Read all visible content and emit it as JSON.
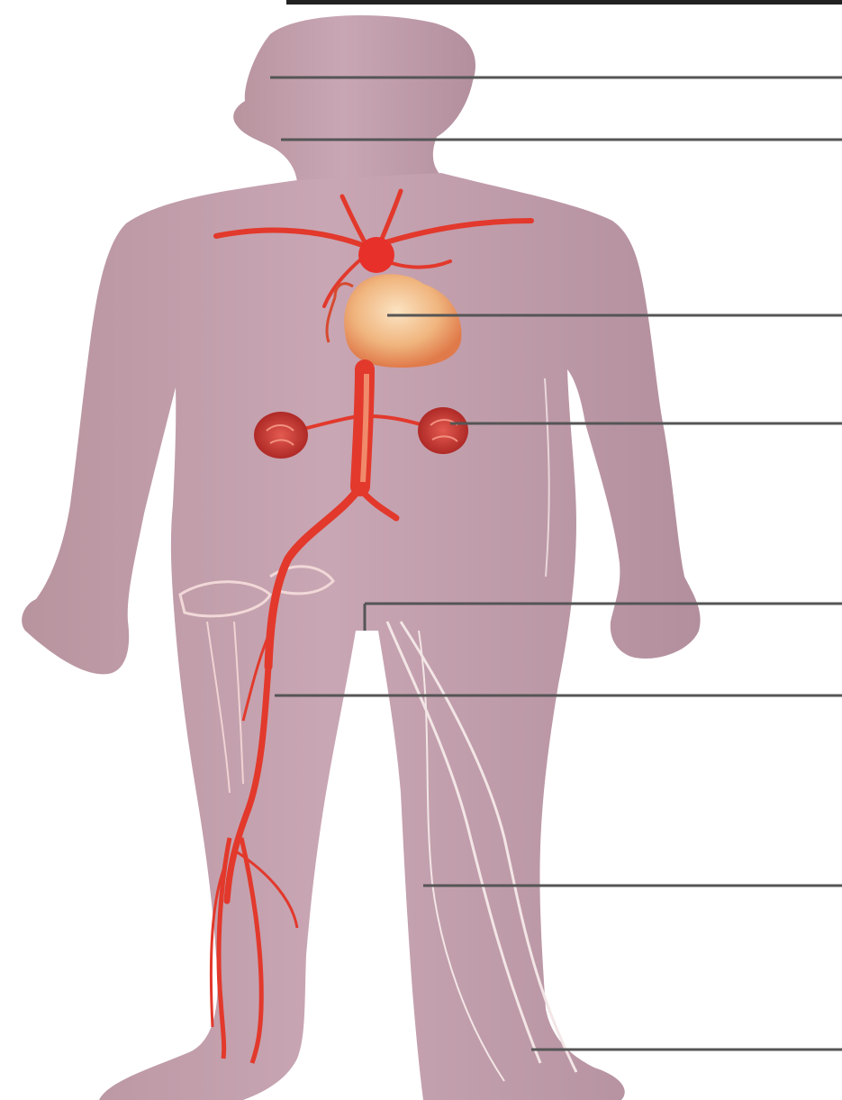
{
  "diagram": {
    "subject": "human-circulatory-system",
    "colors": {
      "body": "#c7a4b2",
      "body_shadow": "#a98593",
      "artery": "#e2392c",
      "artery_dark": "#b81f18",
      "vein_light": "#f3e6e6",
      "heart": "#f2c79a",
      "kidney": "#c43030",
      "leader_line": "#555555"
    },
    "label_lines": [
      {
        "id": "leader-1",
        "target": "head"
      },
      {
        "id": "leader-2",
        "target": "neck"
      },
      {
        "id": "leader-3",
        "target": "heart"
      },
      {
        "id": "leader-4",
        "target": "kidney"
      },
      {
        "id": "leader-5",
        "target": "thigh-vein"
      },
      {
        "id": "leader-6",
        "target": "femoral-artery"
      },
      {
        "id": "leader-7",
        "target": "leg-vein"
      },
      {
        "id": "leader-8",
        "target": "foot"
      }
    ],
    "labels": []
  }
}
